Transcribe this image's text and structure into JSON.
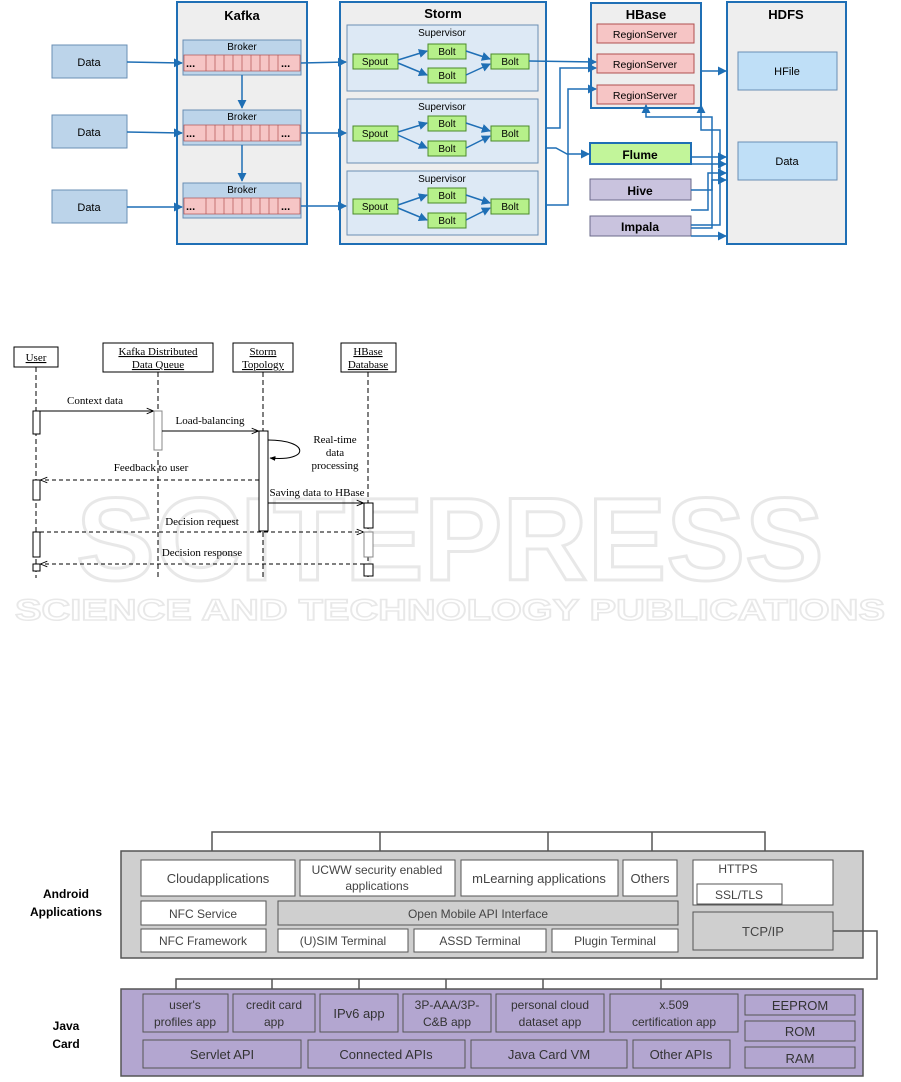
{
  "fig1": {
    "kafka_title": "Kafka",
    "storm_title": "Storm",
    "hbase_title": "HBase",
    "hdfs_title": "HDFS",
    "data_label": "Data",
    "broker_label": "Broker",
    "queue_dots": "...",
    "supervisor_label": "Supervisor",
    "spout_label": "Spout",
    "bolt_label": "Bolt",
    "regionserver_label": "RegionServer",
    "flume_label": "Flume",
    "hive_label": "Hive",
    "impala_label": "Impala",
    "hfile_label": "HFile",
    "hdfs_data_label": "Data"
  },
  "fig2": {
    "lifelines": {
      "user": "User",
      "kafka_l1": "Kafka Distributed",
      "kafka_l2": "Data Queue",
      "storm_l1": "Storm",
      "storm_l2": "Topology",
      "hbase_l1": "HBase",
      "hbase_l2": "Database"
    },
    "messages": {
      "context": "Context data",
      "load": "Load-balancing",
      "rt1": "Real-time",
      "rt2": "data",
      "rt3": "processing",
      "feedback": "Feedback to user",
      "saving": "Saving data to HBase",
      "decision_req": "Decision request",
      "decision_resp": "Decision response"
    }
  },
  "watermark": {
    "line1": "SCITEPRESS",
    "line2": "SCIENCE AND TECHNOLOGY PUBLICATIONS"
  },
  "fig3": {
    "android_l1": "Android",
    "android_l2": "Applications",
    "javacard_l1": "Java",
    "javacard_l2": "Card",
    "cloud": "Cloudapplications",
    "ucww_l1": "UCWW security enabled",
    "ucww_l2": "applications",
    "mlearning": "mLearning applications",
    "others": "Others",
    "https": "HTTPS",
    "ssl": "SSL/TLS",
    "nfc_service": "NFC Service",
    "open_mobile": "Open Mobile API Interface",
    "nfc_framework": "NFC Framework",
    "usim": "(U)SIM Terminal",
    "assd": "ASSD Terminal",
    "plugin": "Plugin Terminal",
    "tcpip": "TCP/IP",
    "users_l1": "user's",
    "users_l2": "profiles app",
    "credit_l1": "credit card",
    "credit_l2": "app",
    "ipv6": "IPv6 app",
    "aaa_l1": "3P-AAA/3P-",
    "aaa_l2": "C&B app",
    "personal_l1": "personal cloud",
    "personal_l2": "dataset app",
    "x509_l1": "x.509",
    "x509_l2": "certification app",
    "eeprom": "EEPROM",
    "rom": "ROM",
    "ram": "RAM",
    "servlet": "Servlet API",
    "connected": "Connected APIs",
    "jcvm": "Java Card VM",
    "other_apis": "Other APIs"
  }
}
